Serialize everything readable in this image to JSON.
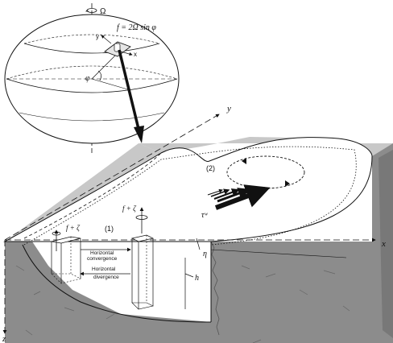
{
  "labels": {
    "omega": "Ω",
    "coriolis_formula": "f = 2Ω sin φ",
    "latitude": "φ",
    "axis_x": "x",
    "axis_y": "y",
    "axis_z": "z",
    "region_1": "(1)",
    "region_2": "(2)",
    "f_plus_zeta_left": "f + ζ",
    "f_plus_zeta_center": "f + ζ",
    "wind_stress": "τʷ",
    "eta": "η",
    "h": "h",
    "globe_x": "x",
    "globe_y": "y",
    "convergence_line1": "Horizontal",
    "convergence_line2": "convergence",
    "divergence_line1": "Horizontal",
    "divergence_line2": "divergence"
  },
  "colors": {
    "ink": "#111111",
    "shore_shade": "#c8c8c8",
    "water_surface": "#ffffff",
    "basin_side": "#8c8c8c",
    "basin_dark": "#6a6a6a"
  }
}
